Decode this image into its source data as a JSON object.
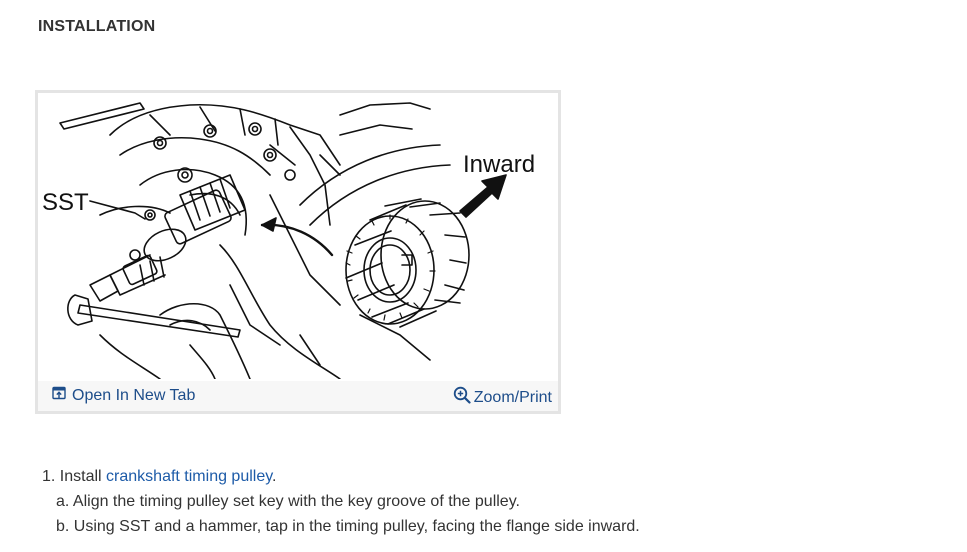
{
  "section": {
    "title": "INSTALLATION"
  },
  "figure": {
    "callouts": {
      "sst": "SST",
      "inward": "Inward"
    },
    "toolbar": {
      "open_new_tab": "Open In New Tab",
      "zoom_print": "Zoom/Print"
    },
    "icons": {
      "open_tab": "open-new-tab-icon",
      "zoom": "zoom-in-icon"
    }
  },
  "steps": {
    "step1": {
      "number": "1.",
      "prefix": "Install",
      "link": "crankshaft timing pulley",
      "suffix": "."
    },
    "substeps": [
      {
        "letter": "a.",
        "text": "Align the timing pulley set key with the key groove of the pulley."
      },
      {
        "letter": "b.",
        "text": "Using SST and a hammer, tap in the timing pulley, facing the flange side inward."
      }
    ]
  },
  "colors": {
    "link": "#1d5ba8",
    "toolbar_link": "#1d4d8a",
    "text": "#333333",
    "border": "#e4e4e4"
  }
}
